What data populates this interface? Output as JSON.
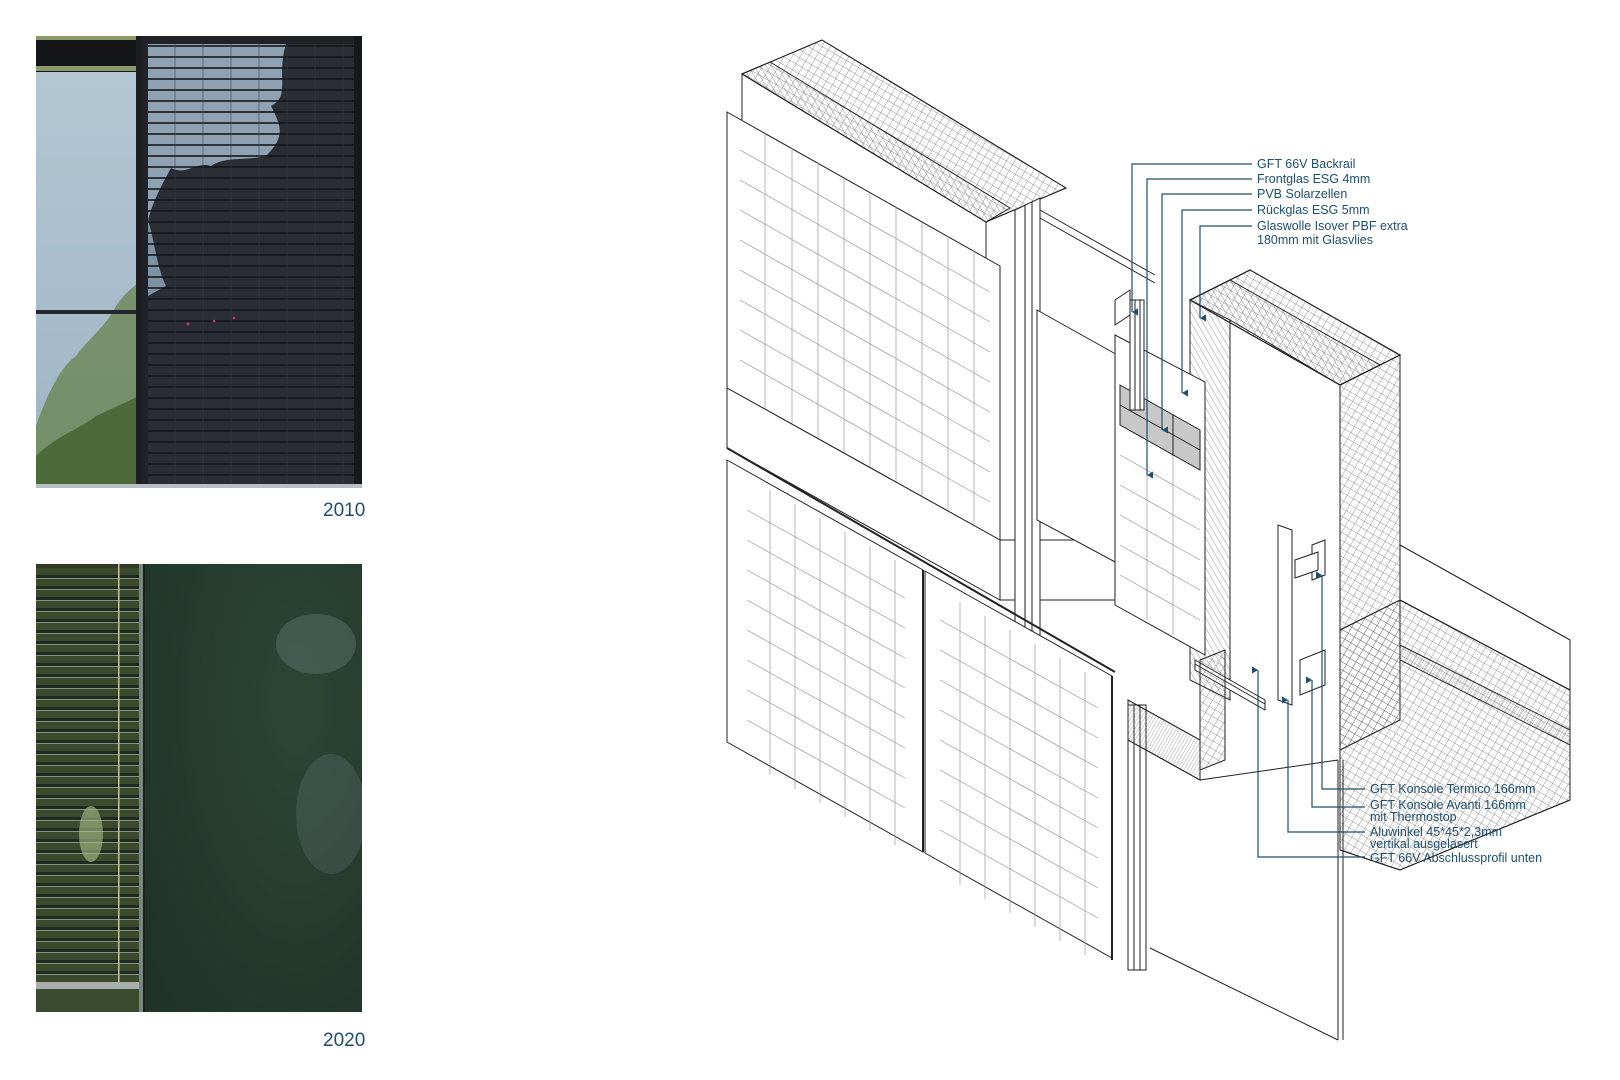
{
  "photos": [
    {
      "id": "photo-2010",
      "year_label": "2010",
      "description": "Facade with clear glazing on left and dark PV glass panel reflecting a tree on right",
      "colors": {
        "sky": "#a9bfcf",
        "panel": "#2b2d33",
        "frame": "#1a1c20",
        "foliage": "#4f6a3c"
      }
    },
    {
      "id": "photo-2020",
      "year_label": "2020",
      "description": "Facade with exterior venetian blind on left and dark green PV glass panel reflecting foliage on right",
      "colors": {
        "blind": "#2a3528",
        "panel": "#243a2d",
        "frame": "#6e7a72"
      }
    }
  ],
  "drawing": {
    "title": "Isometric facade section – GFT 66V PV glass facade",
    "accent_color": "#1f4e6e",
    "labels_top": [
      {
        "text": "GFT 66V Backrail"
      },
      {
        "text": "Frontglas ESG 4mm"
      },
      {
        "text": "PVB Solarzellen"
      },
      {
        "text": "Rückglas ESG 5mm"
      },
      {
        "text": "Glaswolle Isover PBF extra",
        "text2": "180mm mit Glasvlies"
      }
    ],
    "labels_bottom": [
      {
        "text": "GFT Konsole Termico 166mm"
      },
      {
        "text": "GFT Konsole Avanti 166mm",
        "text2": "mit Thermostop"
      },
      {
        "text": "Aluwinkel 45*45*2,3mm",
        "text2": "vertikal ausgelasert"
      },
      {
        "text": "GFT 66V Abschlussprofil unten"
      }
    ]
  }
}
